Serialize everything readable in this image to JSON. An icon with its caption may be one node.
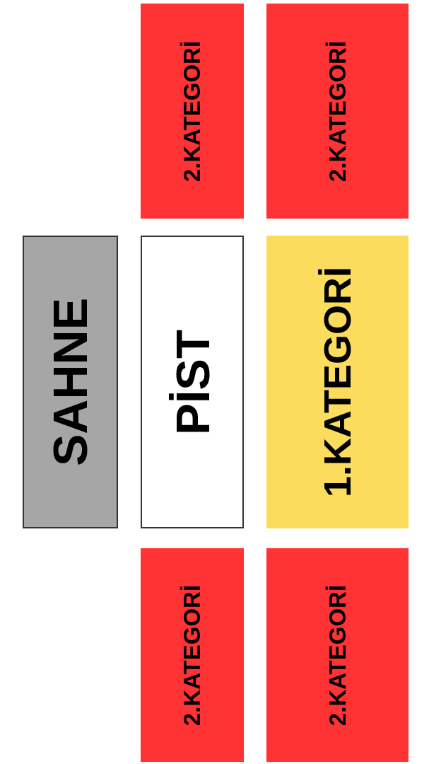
{
  "diagram": {
    "nodes": [
      {
        "text": [
          "2.KATEGORİ"
        ]
      },
      {
        "text": [
          "2.KATEGORİ"
        ]
      },
      {
        "text": [
          "SAHNE"
        ]
      },
      {
        "text": [
          "PİST"
        ]
      },
      {
        "text": [
          "1.KATEGORİ"
        ]
      },
      {
        "text": [
          "2.KATEGORİ"
        ]
      },
      {
        "text": [
          "2.KATEGORİ"
        ]
      }
    ]
  }
}
